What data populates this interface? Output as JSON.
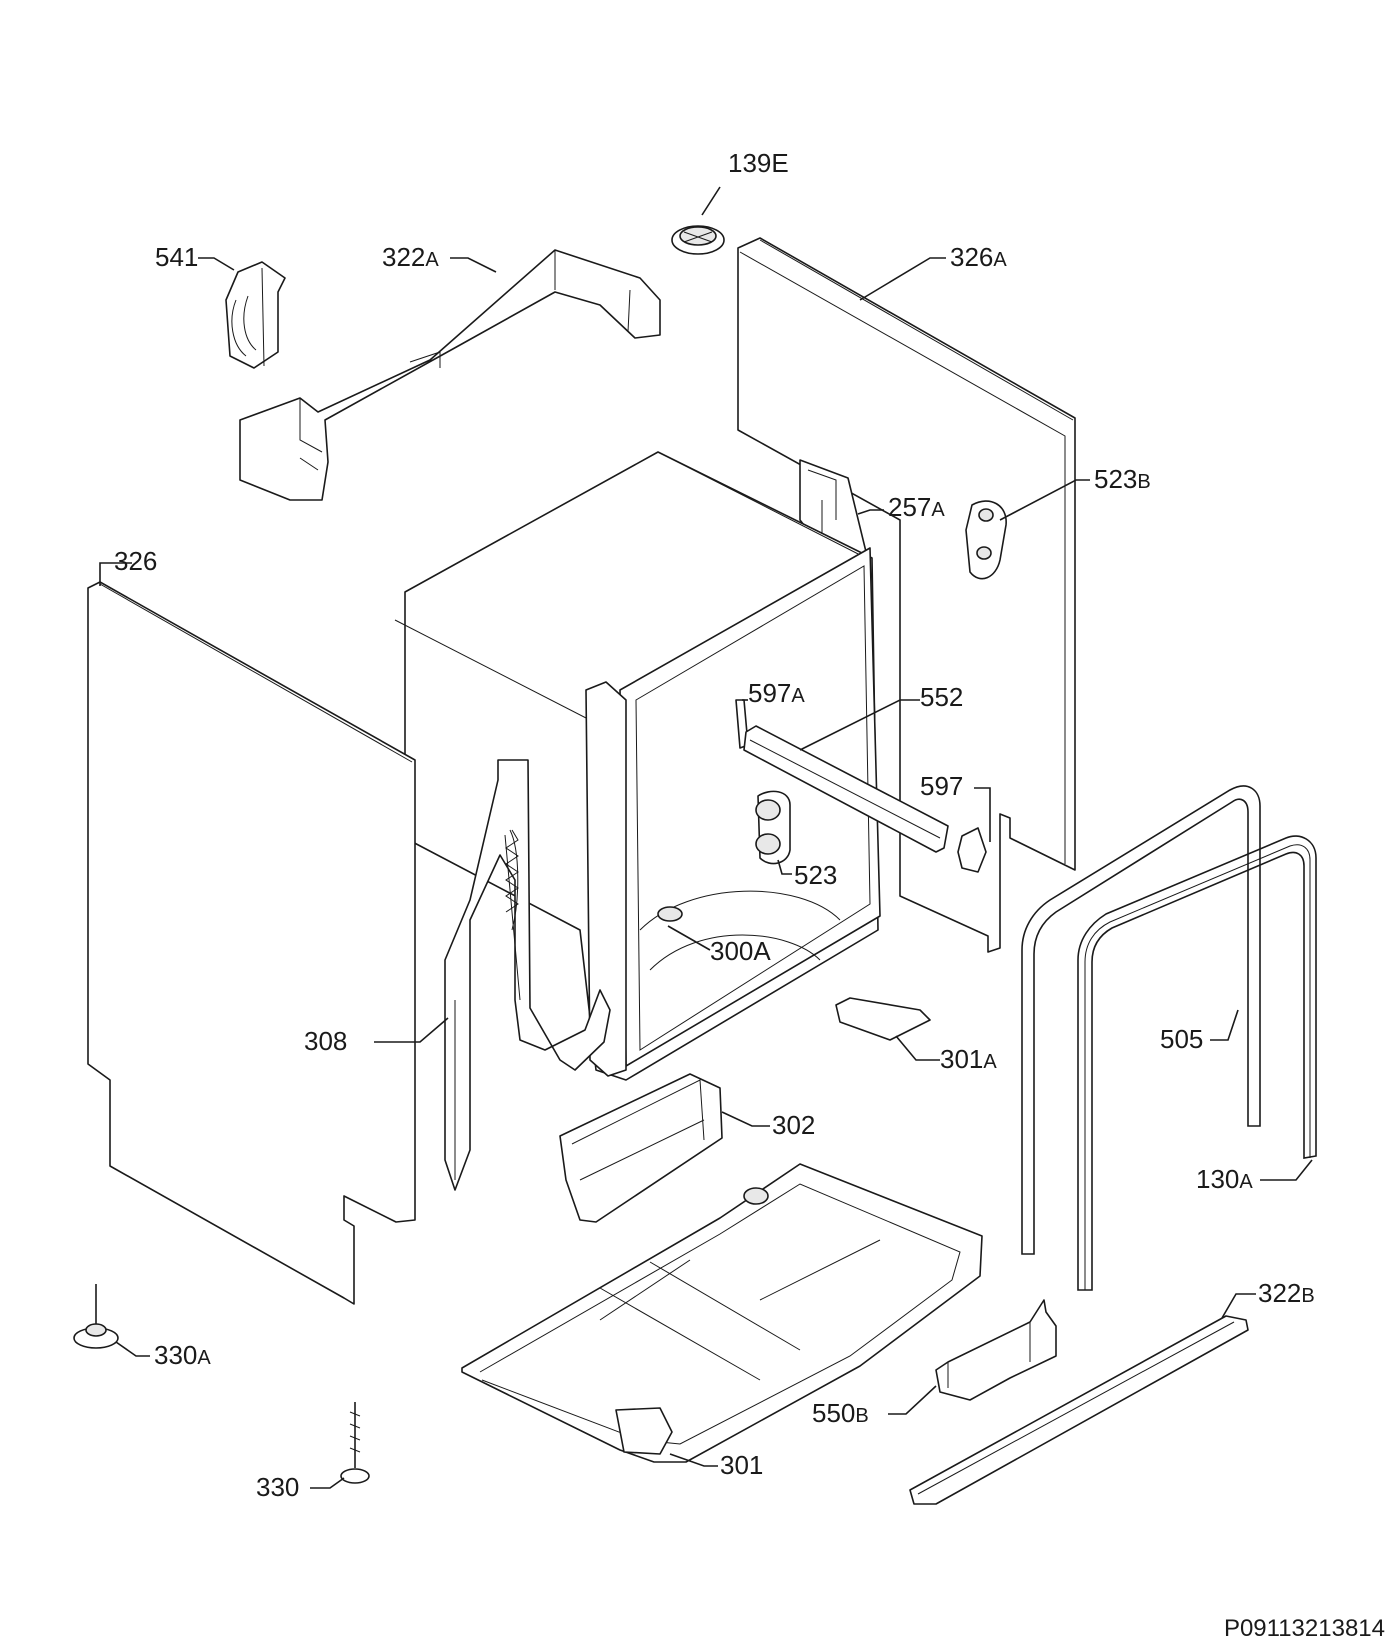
{
  "reference_code": "P09113213814",
  "labels": {
    "l139E": "139E",
    "l541": "541",
    "l322A": {
      "num": "322",
      "suf": "A"
    },
    "l326A": {
      "num": "326",
      "suf": "A"
    },
    "l523B": {
      "num": "523",
      "suf": "B"
    },
    "l257A": {
      "num": "257",
      "suf": "A"
    },
    "l326": "326",
    "l597A": {
      "num": "597",
      "suf": "A"
    },
    "l552": "552",
    "l597": "597",
    "l523": "523",
    "l300A": "300A",
    "l308": "308",
    "l301A": {
      "num": "301",
      "suf": "A"
    },
    "l505": "505",
    "l302": "302",
    "l130A": {
      "num": "130",
      "suf": "A"
    },
    "l322B": {
      "num": "322",
      "suf": "B"
    },
    "l330A": {
      "num": "330",
      "suf": "A"
    },
    "l550B": {
      "num": "550",
      "suf": "B"
    },
    "l330": "330",
    "l301": "301"
  }
}
